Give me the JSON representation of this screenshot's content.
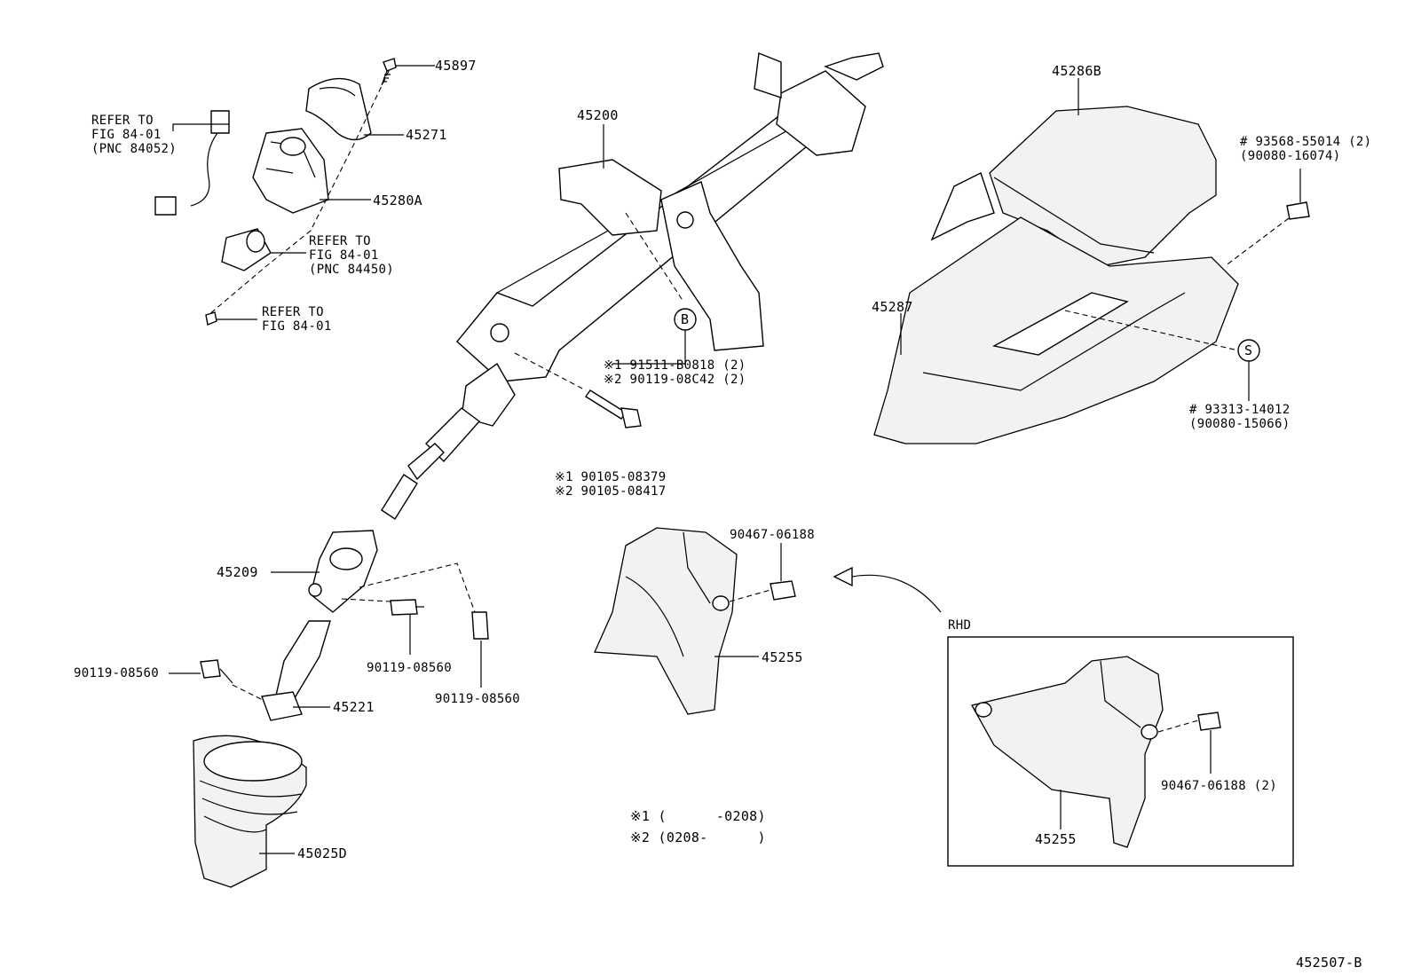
{
  "diagram_id": "452507-B",
  "labels": {
    "p45897": "45897",
    "p45271": "45271",
    "p45280A": "45280A",
    "ref1": "REFER TO\nFIG 84-01\n(PNC 84052)",
    "ref2": "REFER TO\nFIG 84-01\n(PNC 84450)",
    "ref3": "REFER TO\nFIG 84-01",
    "p45200": "45200",
    "marker_b": "B",
    "b_parts": "※1 91511-B0818 (2)\n※2 90119-08C42 (2)",
    "bolt_parts": "※1 90105-08379\n※2 90105-08417",
    "p45286B": "45286B",
    "p45287": "45287",
    "screw_top": "# 93568-55014 (2)\n(90080-16074)",
    "marker_s": "S",
    "screw_s": "# 93313-14012\n(90080-15066)",
    "p45209": "45209",
    "b_90119_a": "90119-08560",
    "b_90119_b": "90119-08560",
    "b_90119_c": "90119-08560",
    "p45221": "45221",
    "p45025D": "45025D",
    "clip_a": "90467-06188",
    "p45255_a": "45255",
    "rhd": "RHD",
    "clip_b": "90467-06188 (2)",
    "p45255_b": "45255",
    "note1": "※1 (      -0208)",
    "note2": "※2 (0208-      )"
  }
}
